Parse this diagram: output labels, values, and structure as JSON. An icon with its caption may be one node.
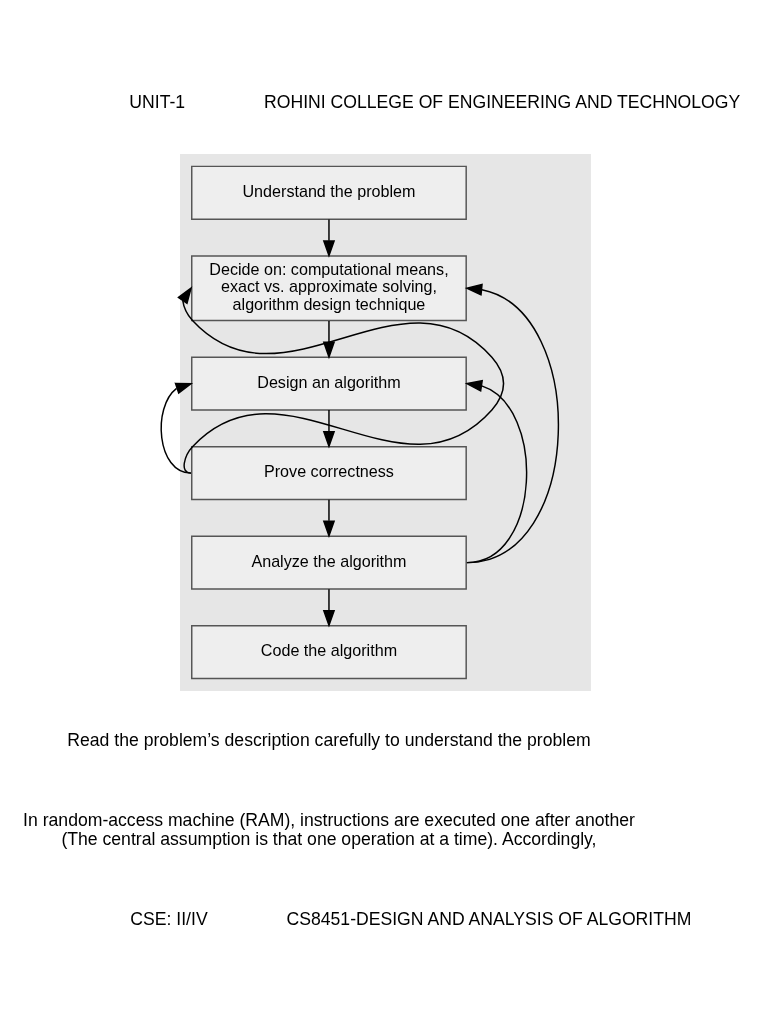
{
  "diagram": {
    "nodes": [
      {
        "text": [],
        "shape": "box"
      },
      {
        "text": [
          "Understand the problem"
        ],
        "in": 0
      },
      {
        "text": [
          "Decide on: computational means, exact vs. approximate solving, algorithm design technique"
        ],
        "in": 0
      },
      {
        "text": [
          "Design an algorithm"
        ],
        "in": 0
      },
      {
        "text": [
          "Prove correctness"
        ],
        "in": 0
      },
      {
        "text": [
          "Analyze the algorithm"
        ],
        "in": 0
      },
      {
        "text": [
          "Code the algorithm"
        ],
        "in": 0
      }
    ],
    "edges": [
      {
        "from": 1,
        "to": 2,
        "arrow": "to"
      },
      {
        "from": 2,
        "to": 3,
        "arrow": "to"
      },
      {
        "from": 3,
        "to": 4,
        "arrow": "to"
      },
      {
        "from": 4,
        "to": 5,
        "arrow": "to"
      },
      {
        "from": 5,
        "to": 6,
        "arrow": "to"
      },
      {
        "from": 4,
        "to": 2,
        "arrow": "to"
      },
      {
        "from": 4,
        "to": 3,
        "arrow": "to"
      },
      {
        "from": 5,
        "to": 2,
        "arrow": "to"
      },
      {
        "from": 5,
        "to": 3,
        "arrow": "to"
      }
    ],
    "labels": [
      "UNIT-1",
      "ROHINI COLLEGE OF ENGINEERING AND TECHNOLOGY",
      "Read the problem’s description carefully to understand the problem",
      "In random-access machine (RAM), instructions are executed one after another (The central assumption is that one operation at a time). Accordingly,",
      "CSE: II/IV",
      "CS8451-DESIGN AND ANALYSIS OF ALGORITHM"
    ]
  }
}
